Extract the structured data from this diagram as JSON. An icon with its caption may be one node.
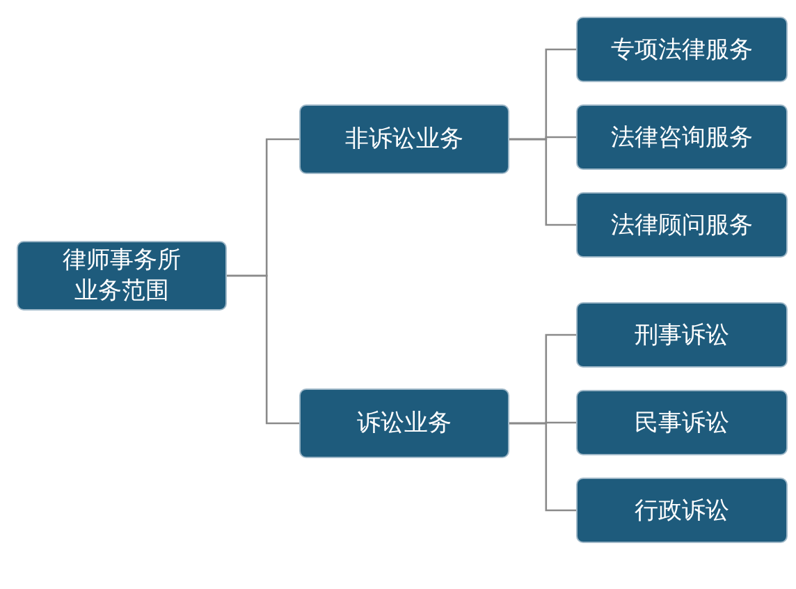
{
  "diagram": {
    "nodes": [
      {
        "text": [
          "律师事务所业务范围"
        ]
      },
      {
        "text": [
          "非诉讼业务"
        ]
      },
      {
        "text": [
          "专项法律服务"
        ]
      },
      {
        "text": [
          "法律咨询服务"
        ]
      },
      {
        "text": [
          "法律顾问服务"
        ]
      },
      {
        "text": [
          "诉讼业务"
        ]
      },
      {
        "text": [
          "刑事诉讼"
        ]
      },
      {
        "text": [
          "民事诉讼"
        ]
      },
      {
        "text": [
          "行政诉讼"
        ]
      }
    ],
    "edges": [
      {
        "from": 0,
        "to": 1,
        "arrow": "none"
      },
      {
        "from": 0,
        "to": 5,
        "arrow": "none"
      },
      {
        "from": 1,
        "to": 2,
        "arrow": "none"
      },
      {
        "from": 1,
        "to": 3,
        "arrow": "none"
      },
      {
        "from": 1,
        "to": 4,
        "arrow": "none"
      },
      {
        "from": 5,
        "to": 6,
        "arrow": "none"
      },
      {
        "from": 5,
        "to": 7,
        "arrow": "none"
      },
      {
        "from": 5,
        "to": 8,
        "arrow": "none"
      }
    ]
  }
}
